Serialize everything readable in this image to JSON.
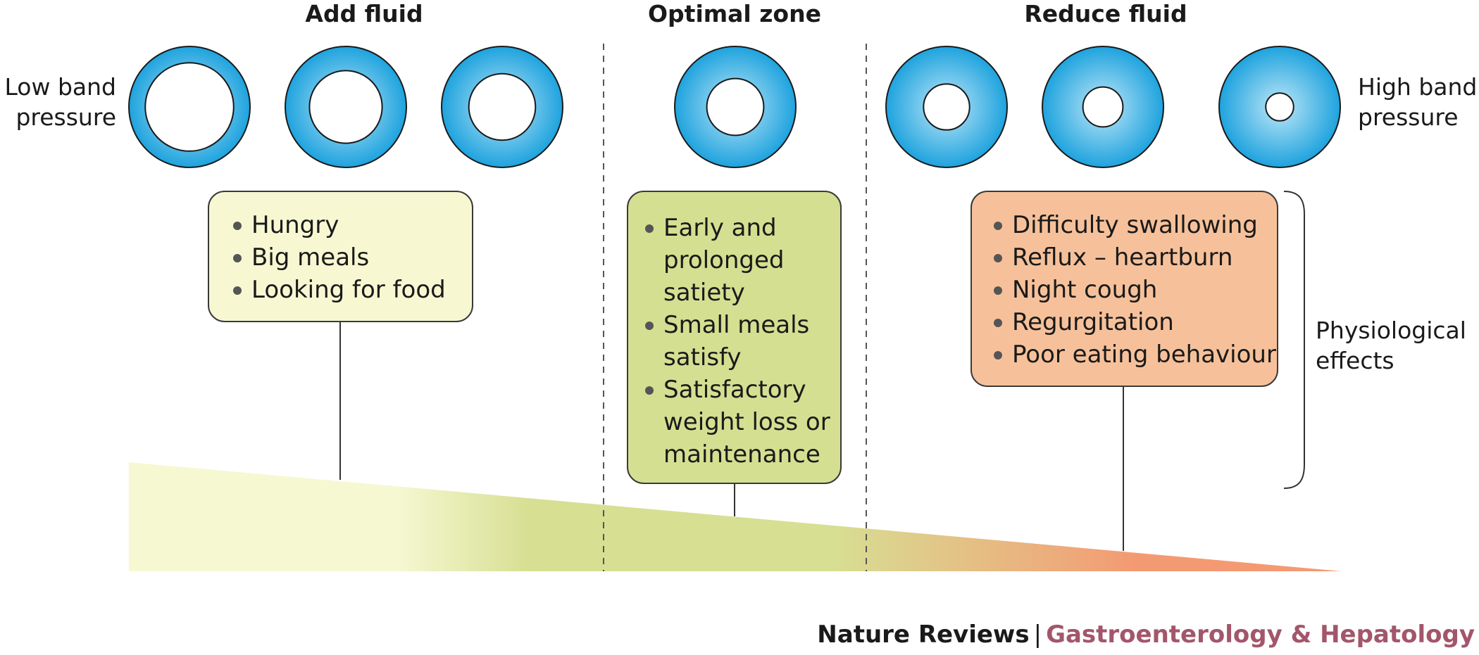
{
  "colors": {
    "ring_inner": "#bfe7f8",
    "ring_outer": "#1ea3de",
    "ring_stroke": "#1a1a1a",
    "add_box_fill": "#f7f8d2",
    "optimal_box_fill": "#d5df91",
    "reduce_box_fill": "#f6c19a",
    "wedge_light": "#f6f8d2",
    "wedge_green": "#d7df93",
    "wedge_orange": "#f49a73",
    "divider": "#555555",
    "journal": "#a3566b"
  },
  "headings": {
    "add": "Add fluid",
    "optimal": "Optimal zone",
    "reduce": "Reduce fluid"
  },
  "side_labels": {
    "low_line1": "Low band",
    "low_line2": "pressure",
    "high_line1": "High band",
    "high_line2": "pressure",
    "effects_line1": "Physiological",
    "effects_line2": "effects"
  },
  "rings": [
    {
      "name": "ring-add-1",
      "zone": "add",
      "inner_ratio": 0.73
    },
    {
      "name": "ring-add-2",
      "zone": "add",
      "inner_ratio": 0.6
    },
    {
      "name": "ring-add-3",
      "zone": "add",
      "inner_ratio": 0.55
    },
    {
      "name": "ring-optimal",
      "zone": "optimal",
      "inner_ratio": 0.47
    },
    {
      "name": "ring-reduce-1",
      "zone": "reduce",
      "inner_ratio": 0.38
    },
    {
      "name": "ring-reduce-2",
      "zone": "reduce",
      "inner_ratio": 0.33
    },
    {
      "name": "ring-reduce-3",
      "zone": "reduce",
      "inner_ratio": 0.23
    }
  ],
  "boxes": {
    "add": {
      "items": [
        {
          "lines": [
            "Hungry"
          ]
        },
        {
          "lines": [
            "Big meals"
          ]
        },
        {
          "lines": [
            "Looking for food"
          ]
        }
      ]
    },
    "optimal": {
      "items": [
        {
          "lines": [
            "Early and",
            "prolonged",
            "satiety"
          ]
        },
        {
          "lines": [
            "Small meals",
            "satisfy"
          ]
        },
        {
          "lines": [
            "Satisfactory",
            "weight loss or",
            "maintenance"
          ]
        }
      ]
    },
    "reduce": {
      "items": [
        {
          "lines": [
            "Difficulty swallowing"
          ]
        },
        {
          "lines": [
            "Reflux – heartburn"
          ]
        },
        {
          "lines": [
            "Night cough"
          ]
        },
        {
          "lines": [
            "Regurgitation"
          ]
        },
        {
          "lines": [
            "Poor eating behaviour"
          ]
        }
      ]
    }
  },
  "footer": {
    "brand": "Nature Reviews",
    "separator": "|",
    "journal": "Gastroenterology & Hepatology"
  }
}
